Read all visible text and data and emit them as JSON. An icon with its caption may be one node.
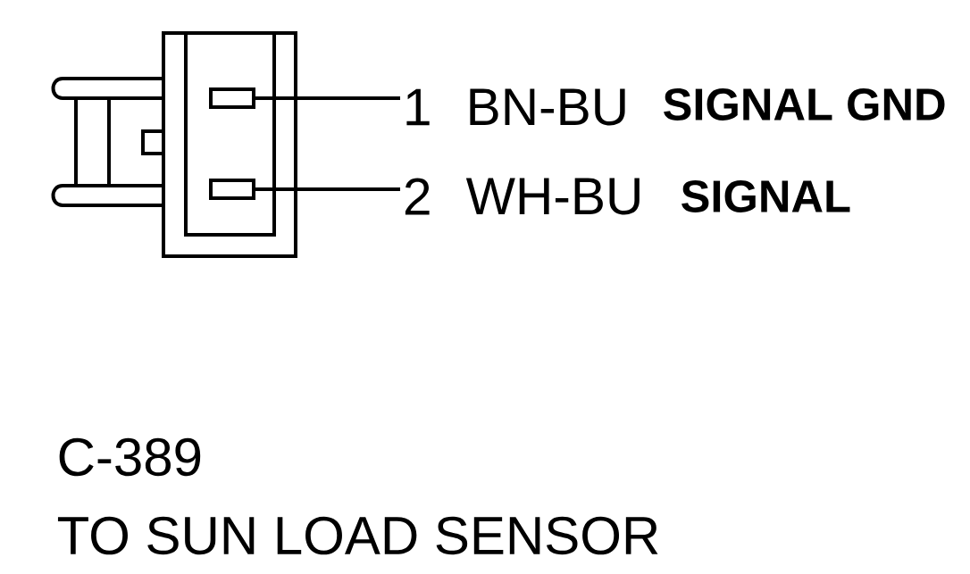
{
  "diagram": {
    "nodes": [
      {
        "text": [
          "1"
        ]
      },
      {
        "text": [
          "2"
        ]
      },
      {
        "text": [],
        "shape": "box"
      },
      {
        "text": [],
        "shape": "box"
      }
    ],
    "edges": [
      {
        "from": 0,
        "to": 2,
        "arrow": "none"
      },
      {
        "from": 1,
        "to": 3,
        "arrow": "none"
      }
    ],
    "labels": [
      "BN-BU",
      "SIGNAL GND",
      "WH-BU",
      "SIGNAL",
      "C-389",
      "TO SUN LOAD SENSOR"
    ]
  }
}
